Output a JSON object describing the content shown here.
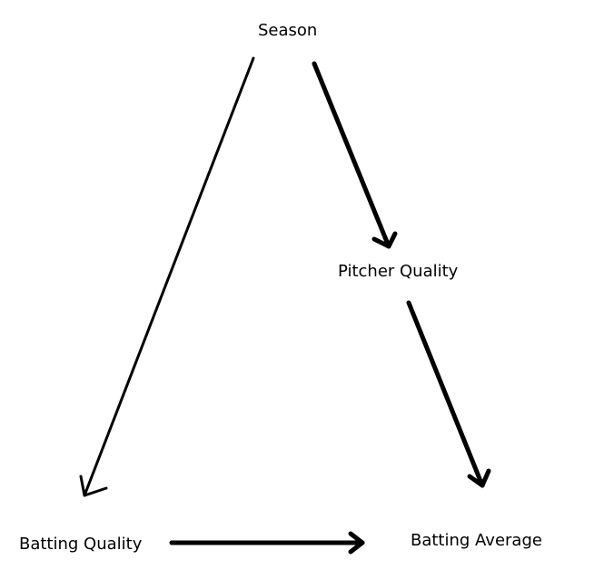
{
  "diagram": {
    "nodes": [
      {
        "id": "season",
        "label": "Season"
      },
      {
        "id": "pitcher_quality",
        "label": "Pitcher Quality"
      },
      {
        "id": "batting_quality",
        "label": "Batting Quality"
      },
      {
        "id": "batting_average",
        "label": "Batting Average"
      }
    ],
    "edges": [
      {
        "from": "season",
        "to": "batting_quality"
      },
      {
        "from": "season",
        "to": "pitcher_quality"
      },
      {
        "from": "pitcher_quality",
        "to": "batting_average"
      },
      {
        "from": "batting_quality",
        "to": "batting_average"
      }
    ],
    "colors": {
      "line": "#000000",
      "background": "#ffffff"
    }
  }
}
